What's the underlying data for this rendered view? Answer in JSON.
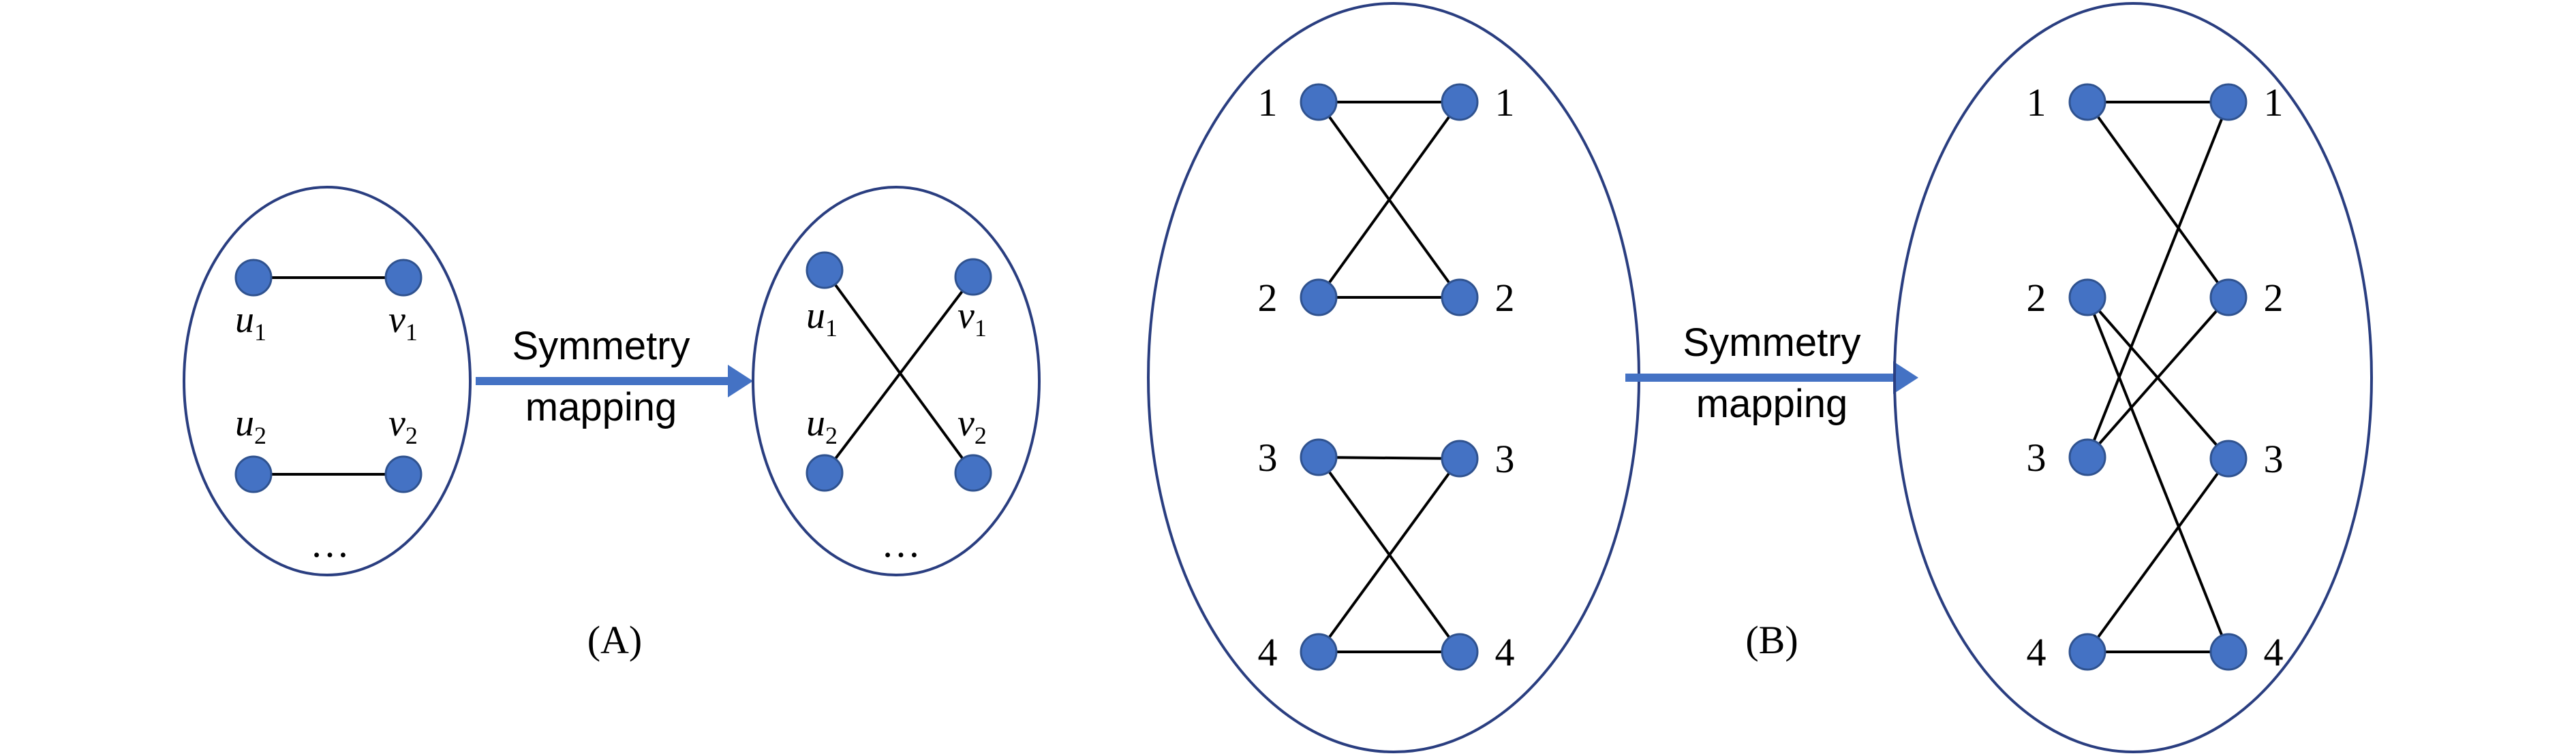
{
  "panel_a": {
    "before": {
      "u1": "u",
      "u1_sub": "1",
      "v1": "v",
      "v1_sub": "1",
      "u2": "u",
      "u2_sub": "2",
      "v2": "v",
      "v2_sub": "2",
      "ellipsis": "…"
    },
    "after": {
      "u1": "u",
      "u1_sub": "1",
      "v1": "v",
      "v1_sub": "1",
      "u2": "u",
      "u2_sub": "2",
      "v2": "v",
      "v2_sub": "2",
      "ellipsis": "…"
    },
    "arrow_label_line1": "Symmetry",
    "arrow_label_line2": "mapping",
    "caption": "(A)"
  },
  "panel_b": {
    "before": {
      "left": [
        "1",
        "2",
        "3",
        "4"
      ],
      "right": [
        "1",
        "2",
        "3",
        "4"
      ]
    },
    "after": {
      "left": [
        "1",
        "2",
        "3",
        "4"
      ],
      "right": [
        "1",
        "2",
        "3",
        "4"
      ]
    },
    "arrow_label_line1": "Symmetry",
    "arrow_label_line2": "mapping",
    "caption": "(B)"
  },
  "colors": {
    "node": "#4472c4",
    "node_stroke": "#2f528f",
    "arrow": "#4472c4",
    "ellipse": "#2a3e80",
    "edge": "#000000"
  }
}
